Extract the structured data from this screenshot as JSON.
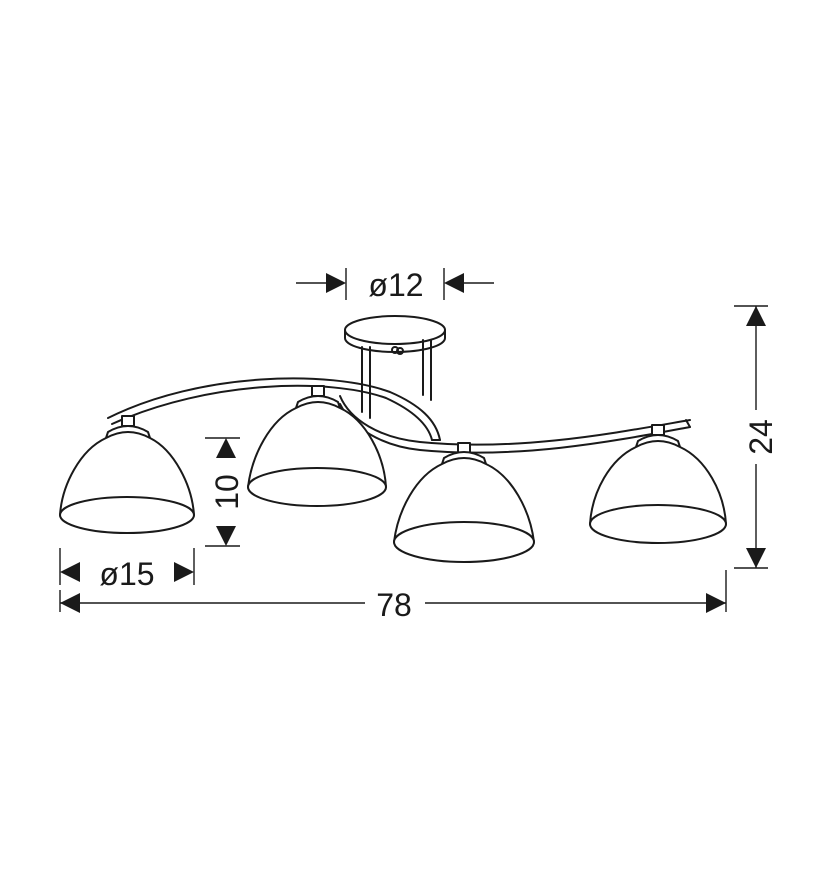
{
  "dimensions": {
    "canopy_diameter": "ø12",
    "shade_diameter": "ø15",
    "shade_height": "10",
    "total_width": "78",
    "total_height": "24"
  },
  "colors": {
    "line": "#1a1a1a",
    "background": "#ffffff"
  }
}
